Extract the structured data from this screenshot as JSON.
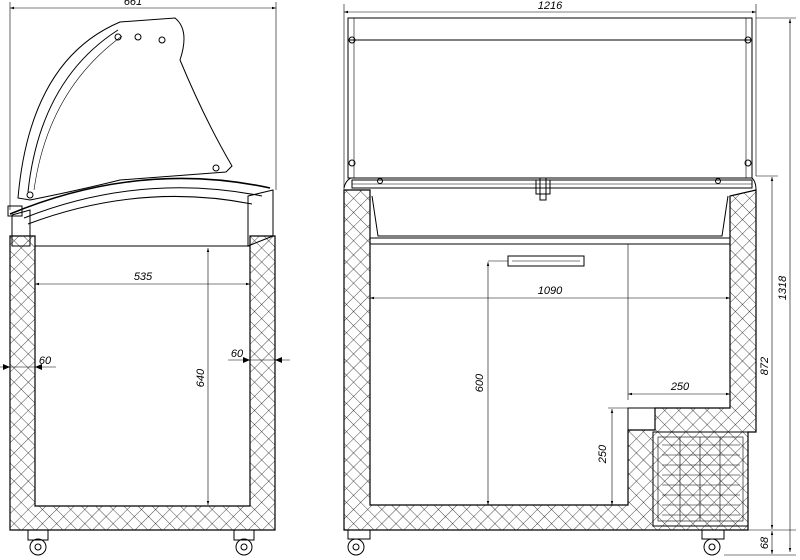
{
  "side_view": {
    "overall_width": "661",
    "inner_width": "535",
    "wall_left": "60",
    "wall_right": "60",
    "inner_depth": "640"
  },
  "front_view": {
    "overall_width": "1216",
    "inner_width": "1090",
    "basket_depth": "600",
    "step_width": "250",
    "step_height": "250",
    "overall_height": "1318",
    "body_height": "872",
    "leg_height": "68"
  }
}
